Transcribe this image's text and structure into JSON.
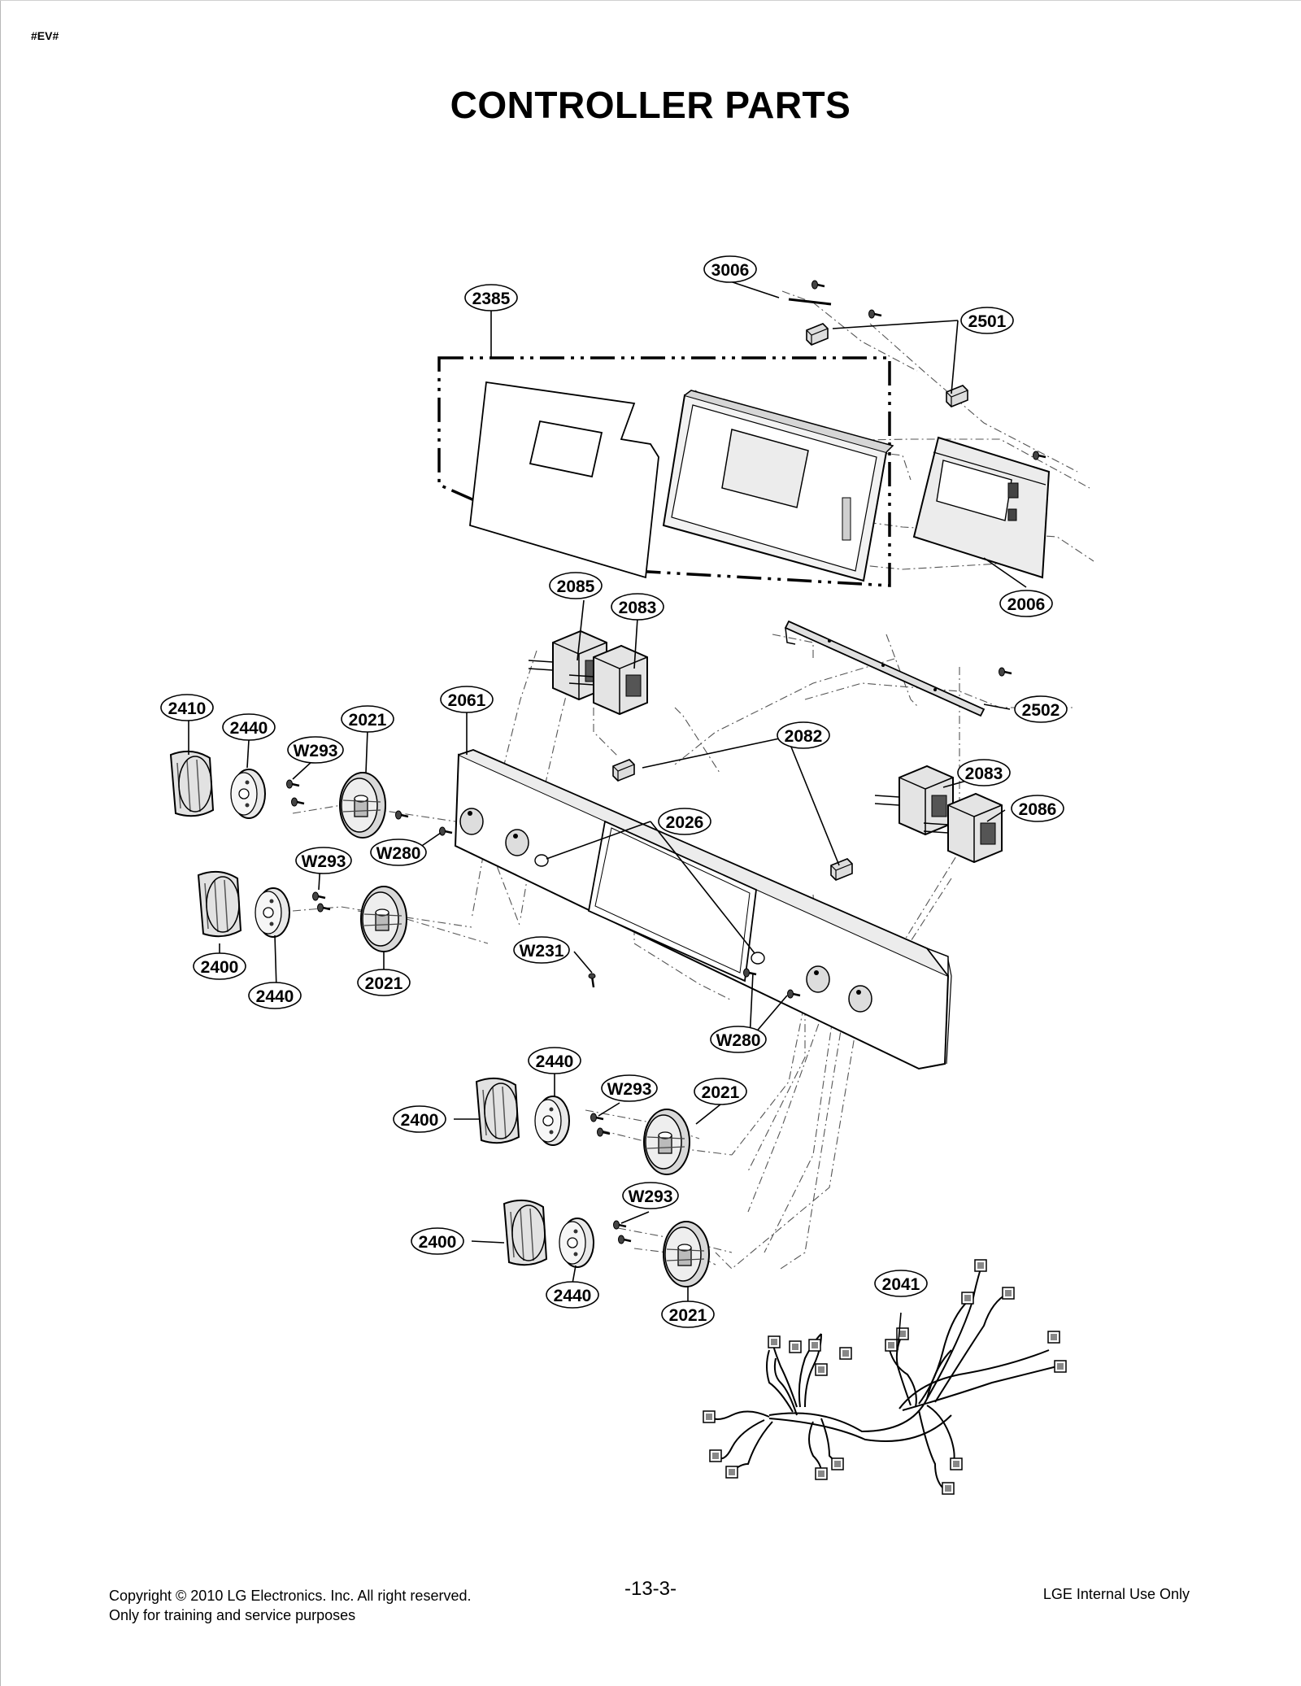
{
  "header": {
    "doc_tag": "#EV#",
    "title": "CONTROLLER PARTS"
  },
  "callouts": [
    {
      "id": "c3006",
      "label": "3006"
    },
    {
      "id": "c2385",
      "label": "2385"
    },
    {
      "id": "c2501",
      "label": "2501"
    },
    {
      "id": "c2006",
      "label": "2006"
    },
    {
      "id": "c2085",
      "label": "2085"
    },
    {
      "id": "c2083a",
      "label": "2083"
    },
    {
      "id": "c2410",
      "label": "2410"
    },
    {
      "id": "c2440a",
      "label": "2440"
    },
    {
      "id": "cW293a",
      "label": "W293"
    },
    {
      "id": "c2021a",
      "label": "2021"
    },
    {
      "id": "c2061",
      "label": "2061"
    },
    {
      "id": "c2502",
      "label": "2502"
    },
    {
      "id": "c2082",
      "label": "2082"
    },
    {
      "id": "c2083b",
      "label": "2083"
    },
    {
      "id": "c2086",
      "label": "2086"
    },
    {
      "id": "c2026",
      "label": "2026"
    },
    {
      "id": "cW280a",
      "label": "W280"
    },
    {
      "id": "cW293b",
      "label": "W293"
    },
    {
      "id": "c2400a",
      "label": "2400"
    },
    {
      "id": "c2440b",
      "label": "2440"
    },
    {
      "id": "c2021b",
      "label": "2021"
    },
    {
      "id": "cW231",
      "label": "W231"
    },
    {
      "id": "cW280b",
      "label": "W280"
    },
    {
      "id": "c2440c",
      "label": "2440"
    },
    {
      "id": "cW293c",
      "label": "W293"
    },
    {
      "id": "c2021c",
      "label": "2021"
    },
    {
      "id": "c2400b",
      "label": "2400"
    },
    {
      "id": "cW293d",
      "label": "W293"
    },
    {
      "id": "c2400c",
      "label": "2400"
    },
    {
      "id": "c2440d",
      "label": "2440"
    },
    {
      "id": "c2021d",
      "label": "2021"
    },
    {
      "id": "c2041",
      "label": "2041"
    }
  ],
  "footer": {
    "copyright": "Copyright © 2010 LG Electronics. Inc. All right reserved.",
    "usage": "Only for training and service purposes",
    "page_number": "-13-3-",
    "classification": "LGE Internal Use Only"
  }
}
